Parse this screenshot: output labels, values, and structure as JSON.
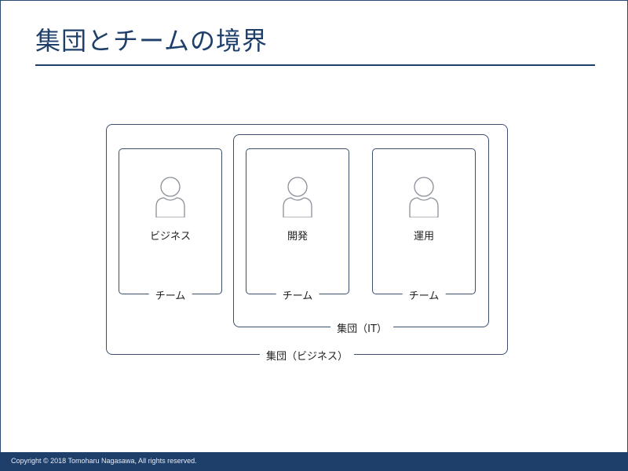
{
  "slide": {
    "title": "集団とチームの境界",
    "footer": "Copyright © 2018 Tomoharu Nagasawa, All rights reserved."
  },
  "diagram": {
    "outer_group_label": "集団（ビジネス）",
    "inner_group_label": "集団（IT）",
    "teams": [
      {
        "name": "ビジネス",
        "label": "チーム",
        "icon": "person-icon"
      },
      {
        "name": "開発",
        "label": "チーム",
        "icon": "person-icon"
      },
      {
        "name": "運用",
        "label": "チーム",
        "icon": "person-icon"
      }
    ]
  },
  "colors": {
    "primary": "#1f3f6b",
    "frame": "#3a4e6e",
    "icon_stroke": "#8a8f99"
  }
}
